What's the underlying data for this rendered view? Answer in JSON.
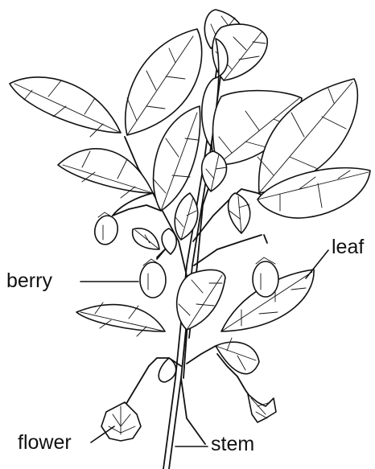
{
  "labels": {
    "berry": "berry",
    "leaf": "leaf",
    "flower": "flower",
    "stem": "stem"
  }
}
